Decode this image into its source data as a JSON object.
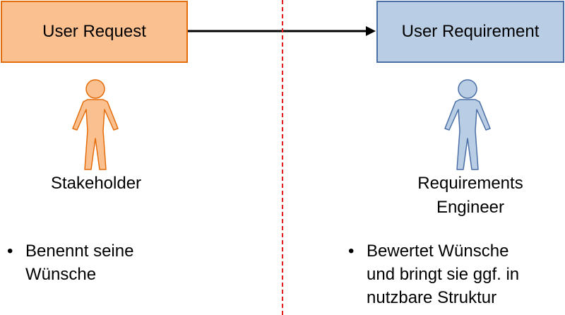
{
  "left": {
    "box_label": "User Request",
    "actor_label": "Stakeholder",
    "bullet_symbol": "•",
    "bullet_text": "Benennt seine\nWünsche",
    "box_fill": "#fac090",
    "box_border": "#e46c0a",
    "actor_fill": "#fac090",
    "actor_stroke": "#e46c0a"
  },
  "right": {
    "box_label": "User Requirement",
    "actor_label": "Requirements\nEngineer",
    "bullet_symbol": "•",
    "bullet_text": "Bewertet Wünsche\nund bringt sie ggf. in\nnutzbare Struktur",
    "box_fill": "#b9cde5",
    "box_border": "#4a6fa5",
    "actor_fill": "#b9cde5",
    "actor_stroke": "#4a6fa5"
  },
  "divider_color": "#e02020",
  "arrow_color": "#000000",
  "icons": {
    "left_actor": "person-icon",
    "right_actor": "person-icon",
    "connector": "arrow-right-icon"
  }
}
